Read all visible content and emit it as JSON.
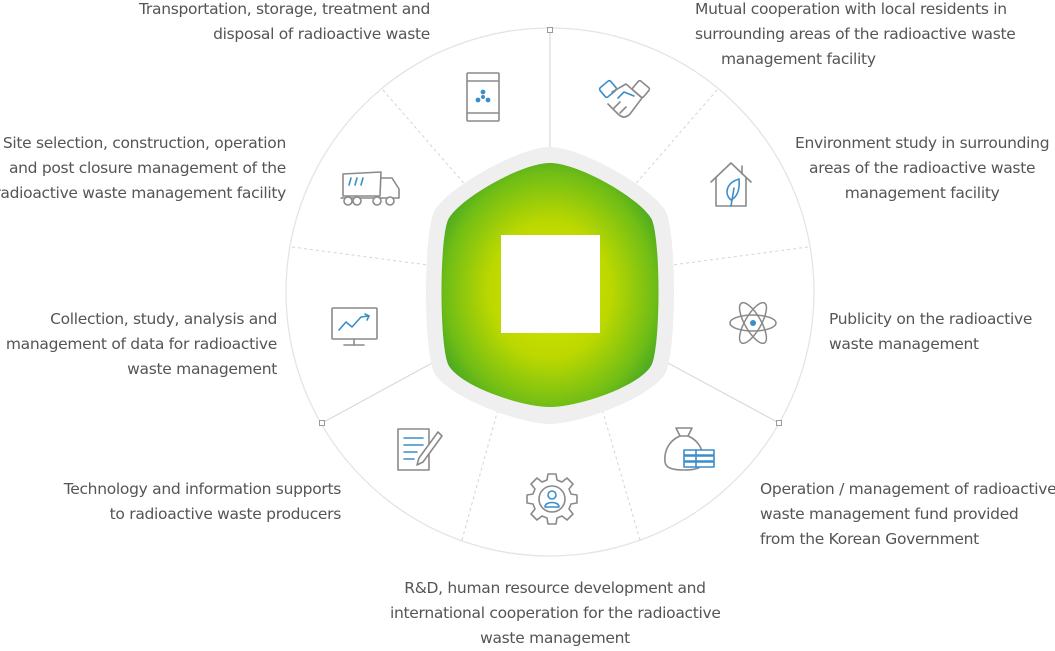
{
  "items": [
    {
      "id": "transport",
      "icon": "radioactive-barrel-icon",
      "lines": [
        "Transportation, storage, treatment and",
        "disposal of radioactive waste"
      ]
    },
    {
      "id": "cooperation",
      "icon": "handshake-icon",
      "lines": [
        "Mutual cooperation with local residents in",
        "surrounding areas of the radioactive waste",
        "management facility"
      ]
    },
    {
      "id": "environment",
      "icon": "eco-house-icon",
      "lines": [
        "Environment study in surrounding",
        "areas of the radioactive waste",
        "management facility"
      ]
    },
    {
      "id": "publicity",
      "icon": "atom-icon",
      "lines": [
        "Publicity on the radioactive",
        "waste management"
      ]
    },
    {
      "id": "fund",
      "icon": "money-bag-icon",
      "lines": [
        "Operation / management of radioactive",
        "waste management fund provided",
        "from the Korean Government"
      ]
    },
    {
      "id": "rnd",
      "icon": "gear-person-icon",
      "lines": [
        "R&D, human resource development and",
        "international cooperation for the radioactive",
        "waste management"
      ]
    },
    {
      "id": "tech",
      "icon": "document-pen-icon",
      "lines": [
        "Technology and information supports",
        "to radioactive waste producers"
      ]
    },
    {
      "id": "data",
      "icon": "monitor-chart-icon",
      "lines": [
        "Collection, study, analysis and",
        "management of data for radioactive",
        "waste management"
      ]
    },
    {
      "id": "site",
      "icon": "dump-truck-icon",
      "lines": [
        "Site selection, construction, operation",
        "and post closure management of the",
        "radioactive waste management facility"
      ]
    }
  ],
  "colors": {
    "text": "#555555",
    "ring": "#e2e2e2",
    "icon_gray": "#8a8a8a",
    "icon_blue": "#3c8ec9",
    "hex_outer": "#2f9a2a",
    "hex_inner": "#c4dc00",
    "hex_frame": "#eeeeee"
  }
}
